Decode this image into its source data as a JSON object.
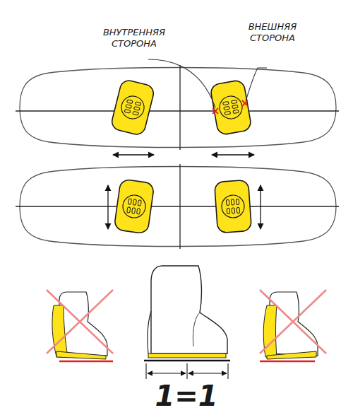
{
  "diagram": {
    "labels": [
      "ВНУТРЕННЯЯ СТОРОНА",
      "ВНЕШНЯЯ СТОРОНА",
      "1=1"
    ]
  }
}
